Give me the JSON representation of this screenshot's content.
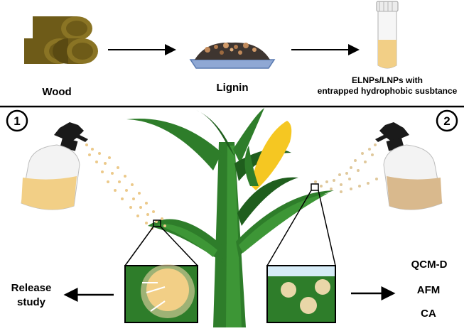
{
  "top_row": {
    "wood_label": "Wood",
    "lignin_label": "Lignin",
    "product_label_line1": "ELNPs/LNPs with",
    "product_label_line2": "entrapped hydrophobic susbtance"
  },
  "steps": {
    "step1_number": "1",
    "step2_number": "2"
  },
  "left_branch": {
    "release_line1": "Release",
    "release_line2": "study"
  },
  "right_branch": {
    "methods": [
      "QCM-D",
      "AFM",
      "CA"
    ]
  },
  "colors": {
    "wood_dark": "#5a4a12",
    "wood_light": "#8a7424",
    "lignin_brown": "#7a4e2c",
    "emulsion_yellow": "#f2cf86",
    "sand": "#d9b98d",
    "leaf_green": "#2e7d2a",
    "leaf_dark": "#1f5e1d",
    "corn_yellow": "#f5c722",
    "water_blue": "#d6ecf7"
  },
  "icons": {
    "wood": "wood-logs-icon",
    "lignin": "lignin-dish-icon",
    "vial": "sample-vial-icon",
    "sprayer": "spray-bottle-icon",
    "plant": "corn-plant-icon"
  }
}
